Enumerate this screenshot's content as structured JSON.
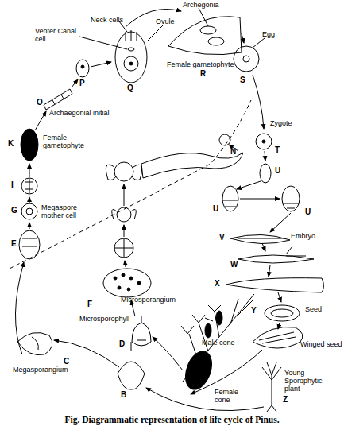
{
  "diagram": {
    "caption": "Fig. Diagrammatic representation of life cycle of Pinus.",
    "labels": [
      "Archegonia",
      "Neck cells",
      "Ovule",
      "Venter Canal cell",
      "Q",
      "R",
      "Female gametophyte",
      "S",
      "Egg",
      "P",
      "O",
      "Archaegonial initial",
      "K",
      "Female gametophyte",
      "I",
      "G",
      "Megaspore mother cell",
      "E",
      "F",
      "Microsporangium",
      "Microsporophyll",
      "D",
      "Male cone",
      "C",
      "Megasporangium",
      "B",
      "Female cone",
      "N",
      "T",
      "Zygote",
      "U",
      "U",
      "U",
      "V",
      "W",
      "Embryo",
      "X",
      "Y",
      "Seed",
      "Winged seed",
      "Young Sporophytic plant",
      "Z"
    ]
  }
}
